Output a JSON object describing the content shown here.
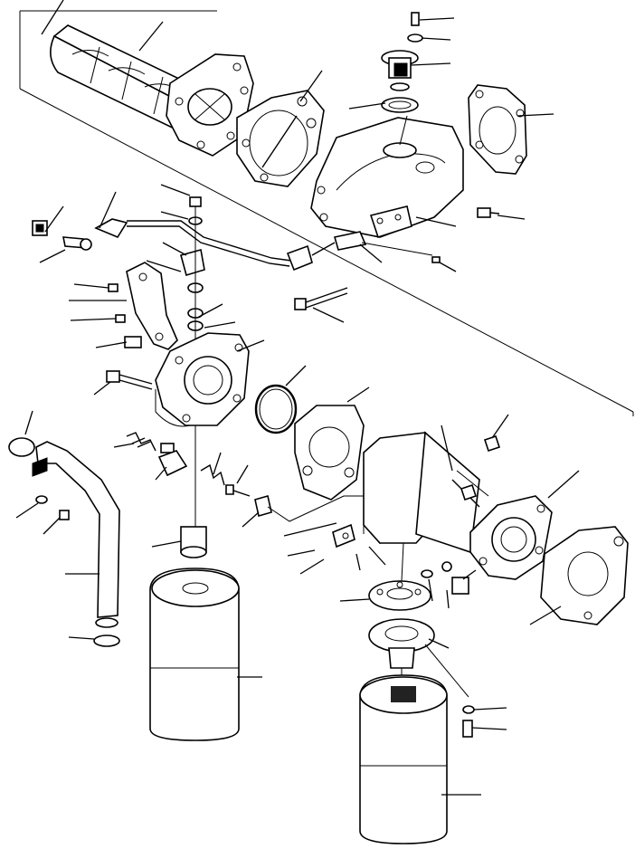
{
  "diagram": {
    "callout_count": 60,
    "parts": [
      "oil-cooler-core",
      "cooler-gasket",
      "cooler-cover-gasket",
      "thermostat",
      "thermostat-o-ring",
      "cooler-housing",
      "oil-pressure-switch",
      "oil-line-tube",
      "bracket",
      "filter-head",
      "filter-head-o-ring",
      "filter-head-gasket",
      "regulator-valve-spring",
      "bypass-valve-plunger",
      "oil-transfer-tube",
      "oil-filter-element-left",
      "oil-filter-element-right",
      "filter-adapter-plate",
      "rear-cooler-housing",
      "rear-cooler-gasket"
    ]
  }
}
